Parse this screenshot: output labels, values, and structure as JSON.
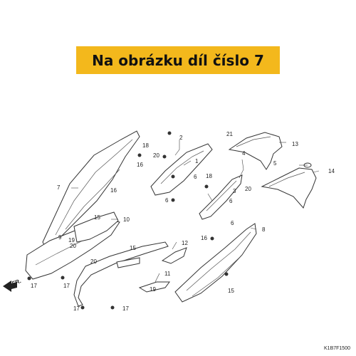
{
  "banner": {
    "text": "Na obrázku díl číslo 7",
    "color": "#f3b81c"
  },
  "callouts": [
    "1",
    "2",
    "3",
    "4",
    "5",
    "6",
    "6",
    "6",
    "6",
    "7",
    "8",
    "9",
    "10",
    "11",
    "12",
    "13",
    "14",
    "15",
    "15",
    "15",
    "16",
    "16",
    "16",
    "17",
    "17",
    "17",
    "17",
    "18",
    "18",
    "19",
    "19",
    "20",
    "20",
    "20",
    "20",
    "21"
  ],
  "direction_label": "FR.",
  "diagram_code": "K1B7F1500"
}
